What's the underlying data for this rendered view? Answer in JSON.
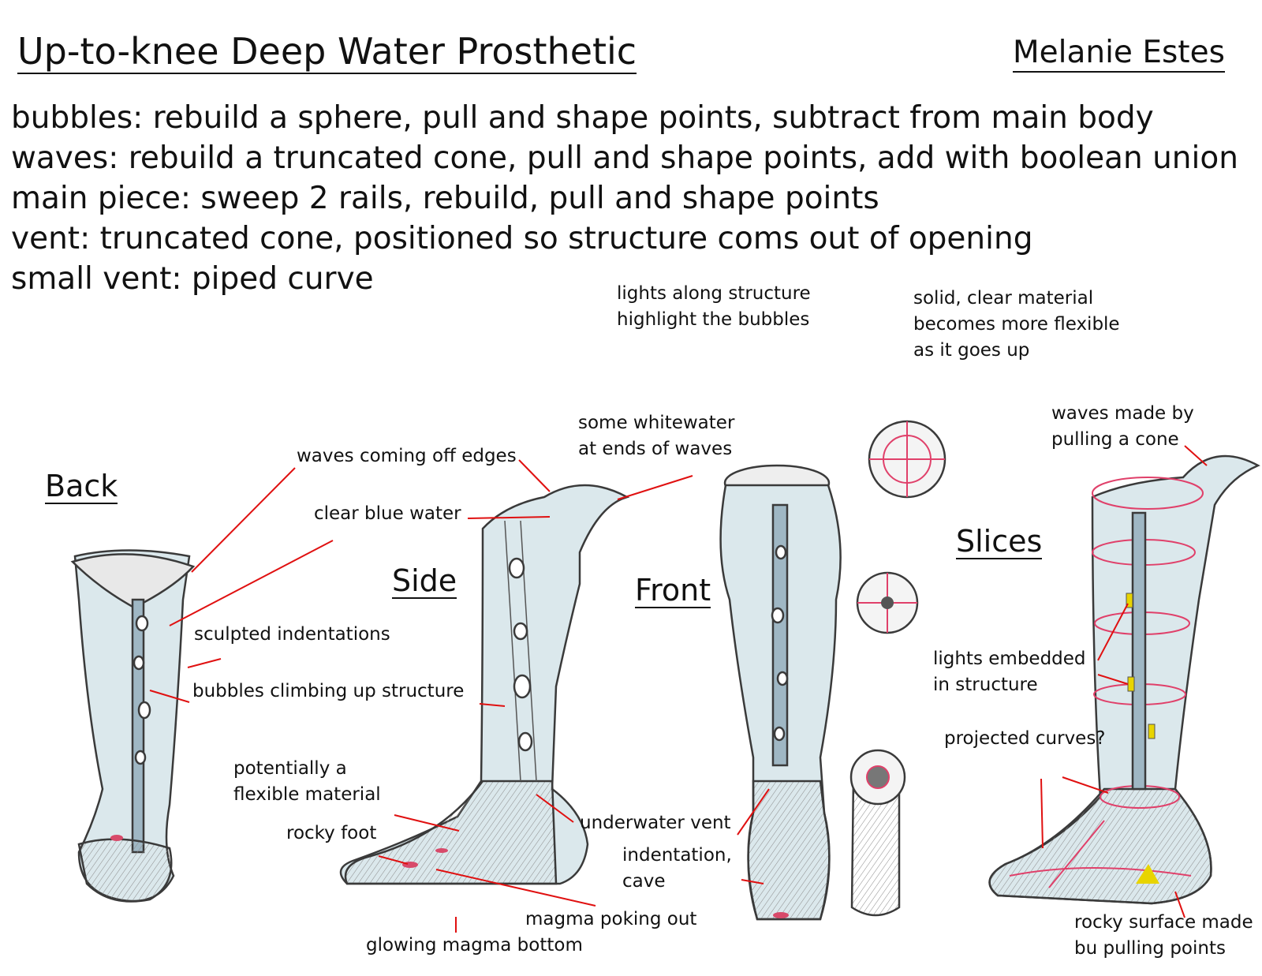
{
  "title": "Up-to-knee Deep Water Prosthetic",
  "author": "Melanie Estes",
  "construction_notes": [
    "bubbles: rebuild a sphere, pull and shape points, subtract from main body",
    "waves: rebuild a truncated cone, pull and shape points, add with boolean union",
    "main piece: sweep 2 rails, rebuild, pull and shape points",
    "vent: truncated cone, positioned so structure coms out of opening",
    "small vent: piped curve"
  ],
  "views": {
    "back": "Back",
    "side": "Side",
    "front": "Front",
    "slices": "Slices"
  },
  "annotations": {
    "lights_structure": [
      "lights along structure",
      "highlight the bubbles"
    ],
    "solid_clear": [
      "solid, clear material",
      "becomes more flexible",
      "as it goes up"
    ],
    "whitewater": [
      "some whitewater",
      "at ends of waves"
    ],
    "waves_edges": "waves coming off edges",
    "clear_blue": "clear blue water",
    "sculpted": "sculpted indentations",
    "bubbles_climbing": "bubbles climbing up structure",
    "flexible": [
      "potentially a",
      "flexible material"
    ],
    "rocky_foot": "rocky foot",
    "underwater_vent": "underwater vent",
    "indentation": [
      "indentation,",
      "cave"
    ],
    "magma_poking": "magma poking out",
    "magma_bottom": "glowing magma bottom",
    "waves_cone": [
      "waves made by",
      "pulling a cone"
    ],
    "lights_embedded": [
      "lights embedded",
      "in structure"
    ],
    "projected": "projected curves?",
    "rocky_surface": [
      "rocky surface made",
      "bu pulling points"
    ]
  },
  "colors": {
    "leader_line": "#e01010",
    "pencil": "#3a3a3a",
    "water_tint": "#cfe3ea",
    "magma": "#d84a6a",
    "guide": "#e0406a",
    "light": "#e8d400"
  }
}
